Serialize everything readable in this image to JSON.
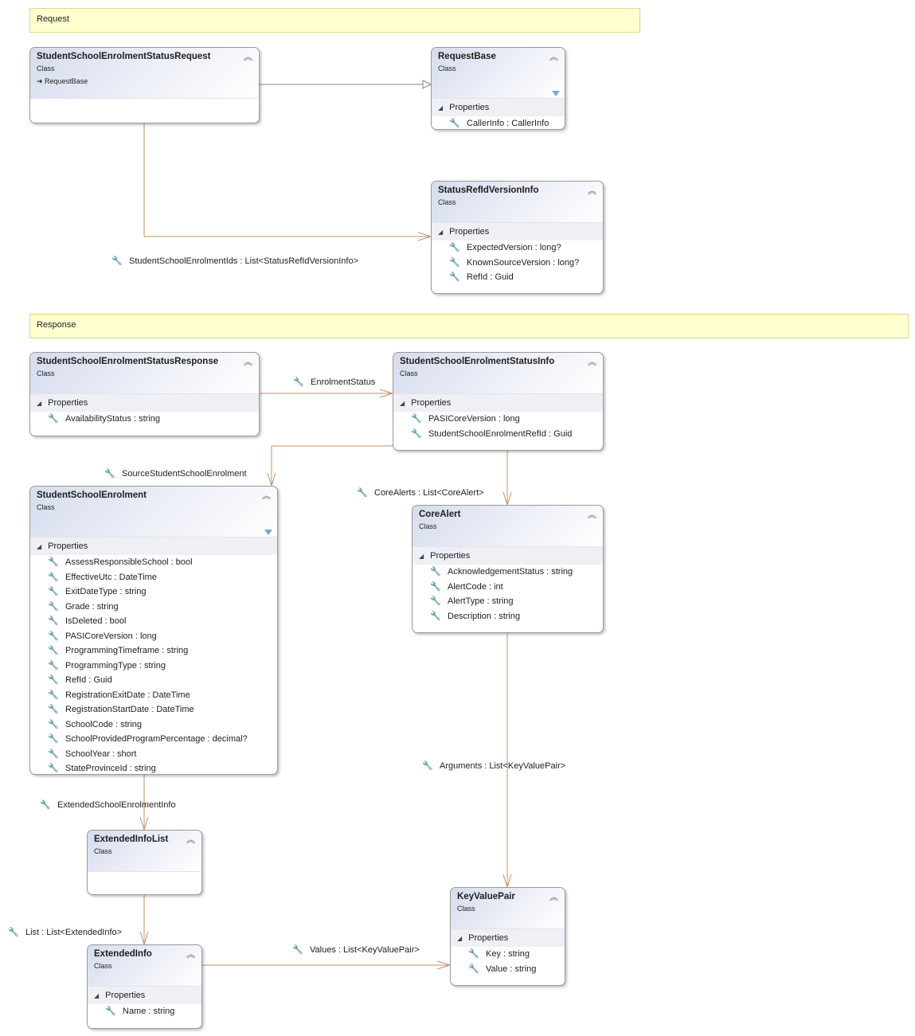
{
  "notes": [
    {
      "text": "Request"
    },
    {
      "text": "Response"
    }
  ],
  "section_label": "Properties",
  "colors": {
    "connector": "#c4906a",
    "note_bg": "#ffffd0",
    "header_gradient": "#d6dcee"
  },
  "classes": [
    {
      "name": "StudentSchoolEnrolmentStatusRequest",
      "kind": "Class",
      "base": "RequestBase",
      "properties": []
    },
    {
      "name": "RequestBase",
      "kind": "Class",
      "filter": true,
      "properties": [
        "CallerInfo : CallerInfo"
      ]
    },
    {
      "name": "StatusRefIdVersionInfo",
      "kind": "Class",
      "properties": [
        "ExpectedVersion : long?",
        "KnownSourceVersion : long?",
        "RefId : Guid"
      ]
    },
    {
      "name": "StudentSchoolEnrolmentStatusResponse",
      "kind": "Class",
      "properties": [
        "AvailabilityStatus : string"
      ]
    },
    {
      "name": "StudentSchoolEnrolmentStatusInfo",
      "kind": "Class",
      "properties": [
        "PASICoreVersion : long",
        "StudentSchoolEnrolmentRefId : Guid"
      ]
    },
    {
      "name": "StudentSchoolEnrolment",
      "kind": "Class",
      "filter": true,
      "properties": [
        "AssessResponsibleSchool : bool",
        "EffectiveUtc : DateTime",
        "ExitDateType : string",
        "Grade : string",
        "IsDeleted : bool",
        "PASICoreVersion : long",
        "ProgrammingTimeframe : string",
        "ProgrammingType : string",
        "RefId : Guid",
        "RegistrationExitDate : DateTime",
        "RegistrationStartDate : DateTime",
        "SchoolCode : string",
        "SchoolProvidedProgramPercentage : decimal?",
        "SchoolYear : short",
        "StateProvinceId : string"
      ]
    },
    {
      "name": "CoreAlert",
      "kind": "Class",
      "properties": [
        "AcknowledgementStatus : string",
        "AlertCode : int",
        "AlertType : string",
        "Description : string"
      ]
    },
    {
      "name": "ExtendedInfoList",
      "kind": "Class",
      "properties": []
    },
    {
      "name": "ExtendedInfo",
      "kind": "Class",
      "properties": [
        "Name : string"
      ]
    },
    {
      "name": "KeyValuePair",
      "kind": "Class",
      "properties": [
        "Key : string",
        "Value : string"
      ]
    }
  ],
  "associations": [
    {
      "label": "StudentSchoolEnrolmentIds : List<StatusRefIdVersionInfo>"
    },
    {
      "label": "EnrolmentStatus"
    },
    {
      "label": "SourceStudentSchoolEnrolment"
    },
    {
      "label": "CoreAlerts : List<CoreAlert>"
    },
    {
      "label": "Arguments : List<KeyValuePair>"
    },
    {
      "label": "ExtendedSchoolEnrolmentInfo"
    },
    {
      "label": "List : List<ExtendedInfo>"
    },
    {
      "label": "Values : List<KeyValuePair>"
    }
  ]
}
